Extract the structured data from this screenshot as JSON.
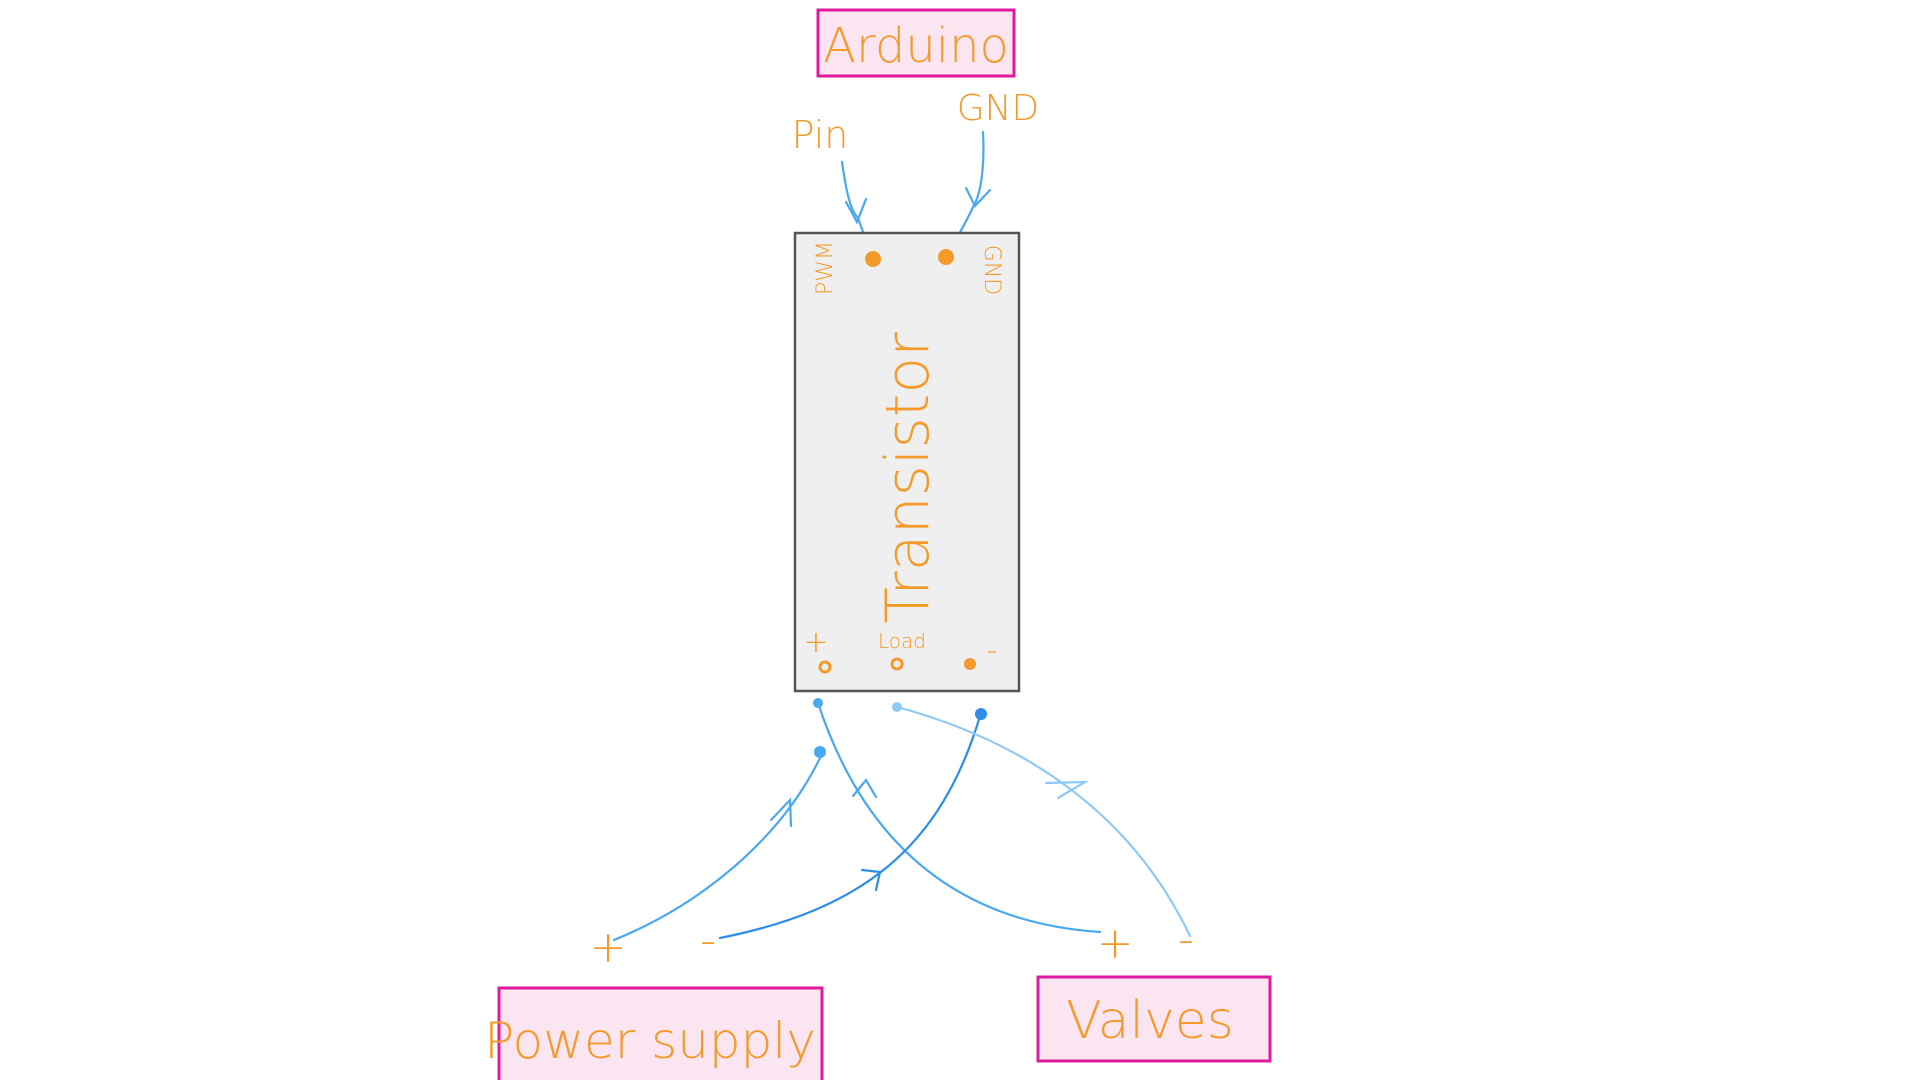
{
  "diagram": {
    "arduino_label": "Arduino",
    "pin_label": "Pin",
    "gnd_top_label": "GND",
    "transistor_label": "Transistor",
    "pwm_label": "PWM",
    "gnd_terminal_label": "GND",
    "plus_terminal_label": "+",
    "load_label": "Load",
    "minus_terminal_label": "-",
    "power_supply_label": "Power supply",
    "valves_label": "Valves",
    "ps_plus_label": "+",
    "ps_minus_label": "-",
    "valves_plus_label": "+",
    "valves_minus_label": "-"
  },
  "colors": {
    "text_orange": "#f39a2b",
    "box_border": "#e01aa0",
    "box_fill": "#fbe5f1",
    "transistor_fill": "#efefef",
    "transistor_border": "#555555",
    "wire_blue": "#4aa8ee",
    "wire_light_blue": "#8fcaf6",
    "wire_dark_blue": "#2c8ee6"
  }
}
